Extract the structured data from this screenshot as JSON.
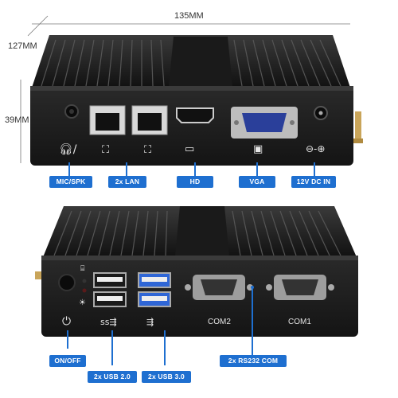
{
  "dimensions": {
    "width": "135MM",
    "depth": "127MM",
    "height": "39MM"
  },
  "front_panel": {
    "callouts": {
      "mic_spk": "MIC/SPK",
      "lan": "2x LAN",
      "hd": "HD",
      "vga": "VGA",
      "dc_in": "12V DC IN"
    }
  },
  "rear_panel": {
    "port_labels": {
      "com2": "COM2",
      "com1": "COM1"
    },
    "callouts": {
      "onoff": "ON/OFF",
      "usb2": "2x USB 2.0",
      "usb3": "2x USB 3.0",
      "rs232": "2x  RS232 COM"
    }
  },
  "colors": {
    "callout": "#1e6fd0",
    "chassis": "#1b1b1b",
    "vga_port": "#2a3f9a",
    "usb3_port": "#2f66d6"
  }
}
